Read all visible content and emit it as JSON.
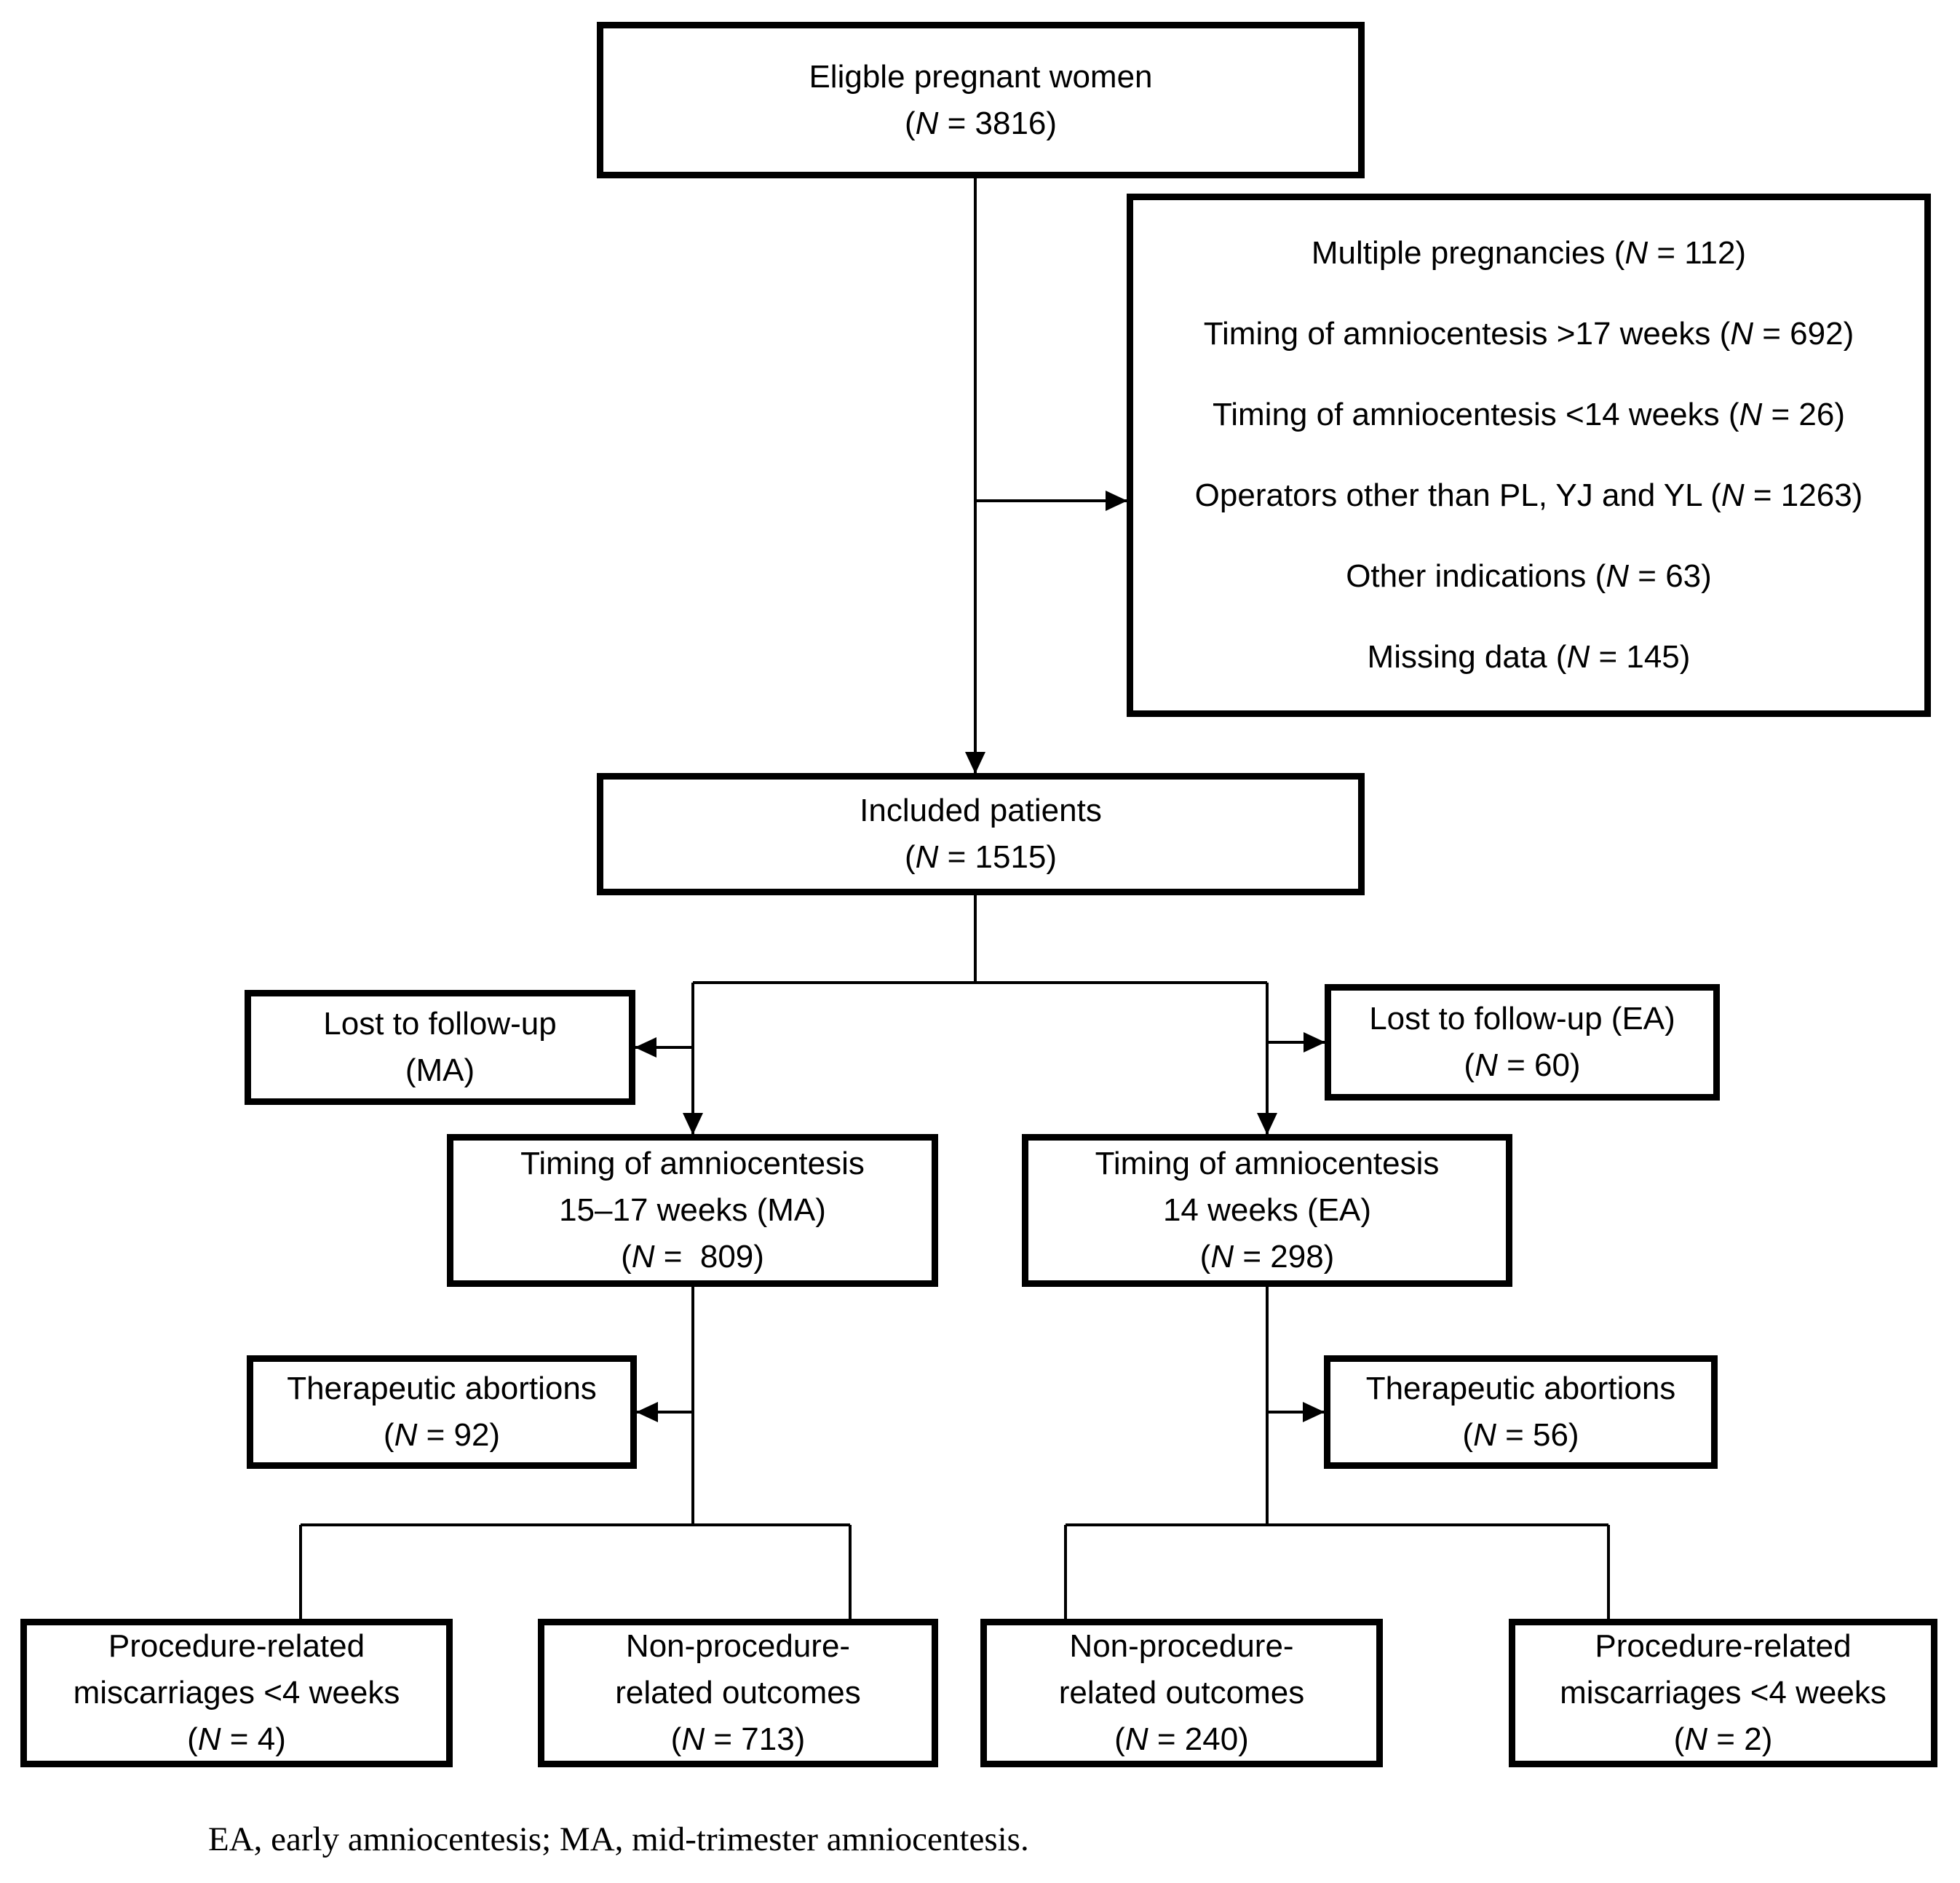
{
  "diagram": {
    "colors": {
      "background": "#ffffff",
      "line": "#000000",
      "box_border": "#000000",
      "text": "#000000"
    },
    "boxes": {
      "eligible": {
        "lines": [
          "Eligble pregnant women",
          "(N = 3816)"
        ]
      },
      "exclusions": {
        "lines": [
          "Multiple pregnancies (N = 112)",
          "Timing of amniocentesis >17 weeks (N = 692)",
          "Timing of amniocentesis <14 weeks (N = 26)",
          "Operators other than PL, YJ and YL (N = 1263)",
          "Other indications (N = 63)",
          "Missing data (N = 145)"
        ]
      },
      "included": {
        "lines": [
          "Included patients",
          "(N = 1515)"
        ]
      },
      "lost_ma": {
        "lines": [
          "Lost to follow-up",
          "(MA)"
        ]
      },
      "lost_ea": {
        "lines": [
          "Lost to follow-up (EA)",
          "(N = 60)"
        ]
      },
      "timing_ma": {
        "lines": [
          "Timing of amniocentesis",
          "15–17 weeks (MA)",
          "(N =  809)"
        ]
      },
      "timing_ea": {
        "lines": [
          "Timing of amniocentesis",
          "14 weeks (EA)",
          "(N = 298)"
        ]
      },
      "thera_ma": {
        "lines": [
          "Therapeutic abortions",
          "(N = 92)"
        ]
      },
      "thera_ea": {
        "lines": [
          "Therapeutic abortions",
          "(N = 56)"
        ]
      },
      "proc_ma": {
        "lines": [
          "Procedure-related",
          "miscarriages <4 weeks",
          "(N = 4)"
        ]
      },
      "nonproc_ma": {
        "lines": [
          "Non-procedure-",
          "related outcomes",
          "(N = 713)"
        ]
      },
      "nonproc_ea": {
        "lines": [
          "Non-procedure-",
          "related outcomes",
          "(N = 240)"
        ]
      },
      "proc_ea": {
        "lines": [
          "Procedure-related",
          "miscarriages <4 weeks",
          "(N = 2)"
        ]
      }
    },
    "footnote": "EA, early amniocentesis; MA, mid-trimester amniocentesis."
  }
}
